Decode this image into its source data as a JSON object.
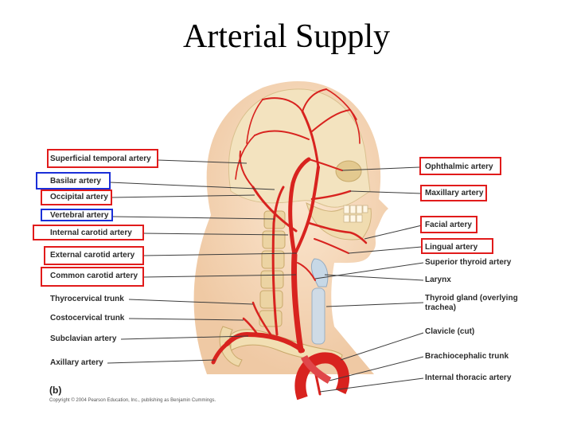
{
  "title": "Arterial Supply",
  "labels_left": [
    "Superficial temporal artery",
    "Basilar artery",
    "Occipital artery",
    "Vertebral artery",
    "Internal carotid artery",
    "External carotid artery",
    "Common carotid artery",
    "Thyrocervical trunk",
    "Costocervical trunk",
    "Subclavian artery",
    "Axillary artery"
  ],
  "labels_right": [
    "Ophthalmic artery",
    "Maxillary artery",
    "Facial artery",
    "Lingual artery",
    "Superior thyroid artery",
    "Larynx",
    "Thyroid gland (overlying trachea)",
    "Clavicle (cut)",
    "Brachiocephalic trunk",
    "Internal thoracic artery"
  ],
  "panel_tag": "(b)",
  "copyright": "Copyright © 2004 Pearson Education, Inc., publishing as Benjamin Cummings.",
  "colors": {
    "highlight_red": "#e11b1b",
    "highlight_blue": "#1b2fd8",
    "artery": "#d8231f",
    "bone": "#f1dfb8"
  }
}
